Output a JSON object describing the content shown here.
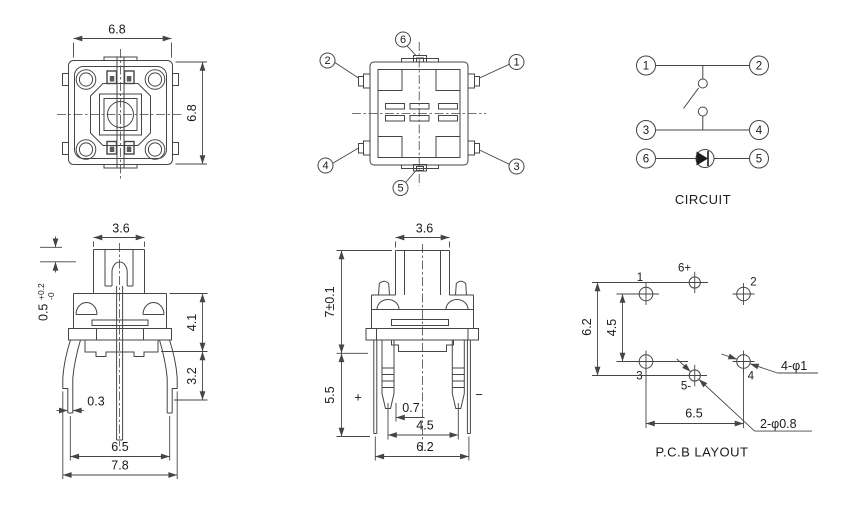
{
  "colors": {
    "background": "#ffffff",
    "line": "#454545",
    "text": "#1b1b1b"
  },
  "top_view": {
    "dim_width": "6.8",
    "dim_height": "6.8"
  },
  "bottom_view": {
    "pin_1": "1",
    "pin_2": "2",
    "pin_3": "3",
    "pin_4": "4",
    "pin_5": "5",
    "pin_6": "6"
  },
  "circuit": {
    "title": "CIRCUIT",
    "pin_1": "1",
    "pin_2": "2",
    "pin_3": "3",
    "pin_4": "4",
    "pin_5": "5",
    "pin_6": "6"
  },
  "side_view": {
    "dim_top_width": "3.6",
    "dim_travel": "0.5",
    "dim_travel_tol_plus": "+0.2",
    "dim_travel_tol_minus": "-0",
    "dim_body_height": "4.1",
    "dim_leg_height": "3.2",
    "dim_foot_width": "0.3",
    "dim_span_inner": "6.5",
    "dim_span_outer": "7.8"
  },
  "front_view": {
    "dim_top_width": "3.6",
    "dim_total_height": "7±0.1",
    "dim_lead_length": "5.5",
    "polarity_plus": "+",
    "polarity_minus": "−",
    "dim_pin_width": "0.7",
    "dim_pin_pitch": "4.5",
    "dim_lead_pitch": "6.2"
  },
  "pcb_layout": {
    "title": "P.C.B LAYOUT",
    "dim_led_pitch": "6.2",
    "dim_pin_pitch": "4.5",
    "dim_row_width": "6.5",
    "note_corner_holes": "4-φ1",
    "note_center_holes": "2-φ0.8",
    "pad_1": "1",
    "pad_2": "2",
    "pad_3": "3",
    "pad_4": "4",
    "pad_5": "5-",
    "pad_6": "6+"
  }
}
